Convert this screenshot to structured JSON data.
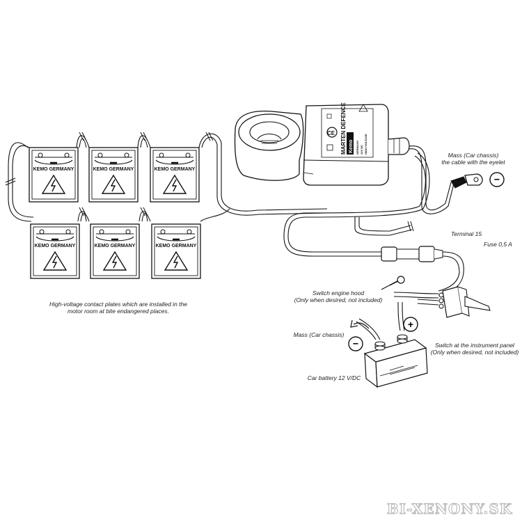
{
  "plates": {
    "label": "KEMO GERMANY",
    "caption_lines": [
      "High-voltage contact plates which are installed in the",
      "motor room at bite endangered places."
    ]
  },
  "device": {
    "brand": "Kemo",
    "name_line1": "MARTEN DEFENCE",
    "small_1": "GERMANY",
    "small_2": "12V DC",
    "small_3": "HIGH VOLTAGE"
  },
  "labels": {
    "mass_chassis_eyelet_1": "Mass (Car chassis)",
    "mass_chassis_eyelet_2": "the cable with the eyelet",
    "terminal": "Terminal 15",
    "fuse": "Fuse 0,5 A",
    "switch_hood_1": "Switch engine hood",
    "switch_hood_2": "(Only when desired, not included)",
    "mass_chassis": "Mass (Car chassis)",
    "switch_panel_1": "Switch at the instrument panel",
    "switch_panel_2": "(Only when desired, not included)",
    "battery": "Car battery 12 V/DC",
    "minus_symbol": "−",
    "plus_symbol": "+"
  },
  "watermark": "BI-XENONY.SK"
}
